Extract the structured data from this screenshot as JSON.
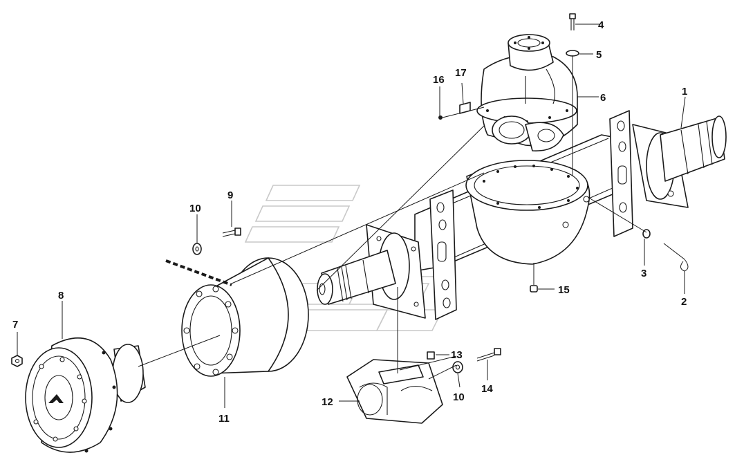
{
  "diagram": {
    "callouts": [
      "1",
      "2",
      "3",
      "4",
      "5",
      "6",
      "7",
      "8",
      "9",
      "10",
      "10",
      "11",
      "12",
      "13",
      "14",
      "15",
      "16",
      "17"
    ],
    "watermark": "logo",
    "colors": {
      "line": "#1a1a1a",
      "background": "#ffffff",
      "watermark": "#c9c9c9"
    }
  }
}
